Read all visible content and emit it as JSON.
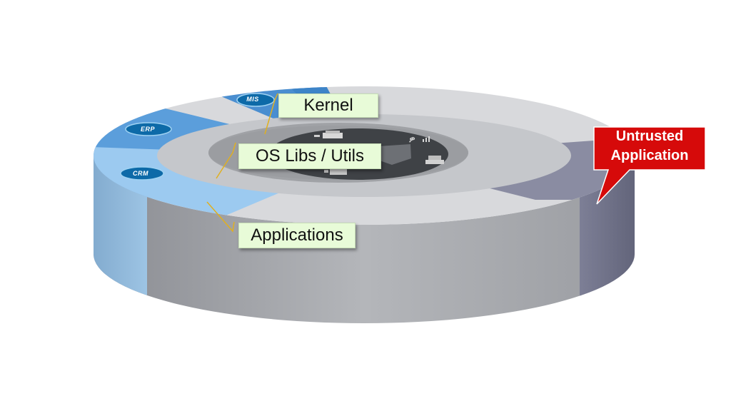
{
  "layers": {
    "kernel": "Kernel",
    "os_libs": "OS Libs / Utils",
    "applications": "Applications"
  },
  "app_segments": {
    "mis": "MIS",
    "erp": "ERP",
    "crm": "CRM"
  },
  "untrusted": {
    "line1": "Untrusted",
    "line2": "Application"
  },
  "colors": {
    "applications_band": "#d8d9dc",
    "os_ring": "#a0a2a6",
    "kernel_core": "#3f4246",
    "app_segment_blue": "#4a8ed0",
    "untrusted_segment": "#8a8ca2",
    "callout_fill": "#e8fbd8",
    "untrusted_callout": "#d60a0a",
    "leader_line": "#e0b020"
  },
  "icons": [
    "network-port-icon",
    "signal-icon",
    "printer-icon",
    "device-icon"
  ]
}
